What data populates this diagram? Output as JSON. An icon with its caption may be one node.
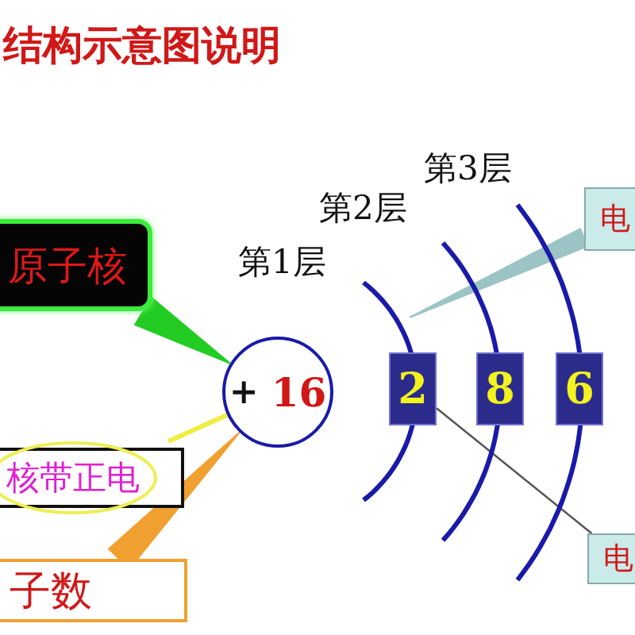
{
  "diagram": {
    "title": "结构示意图说明",
    "nodes": [
      {
        "text": [
          "原子核"
        ]
      },
      {
        "text": [
          "核带正电"
        ]
      },
      {
        "text": [
          "子数"
        ]
      },
      {
        "text": [
          "+",
          "16"
        ]
      },
      {
        "text": [],
        "shape": "arc",
        "beside": [
          "第1层"
        ]
      },
      {
        "text": [],
        "shape": "arc",
        "beside": [
          "第2层"
        ]
      },
      {
        "text": [],
        "shape": "arc",
        "beside": [
          "第3层"
        ]
      },
      {
        "text": [
          "2"
        ]
      },
      {
        "text": [
          "8"
        ]
      },
      {
        "text": [
          "6"
        ]
      },
      {
        "text": [
          "电"
        ]
      },
      {
        "text": [
          "电"
        ]
      }
    ],
    "edges": [
      {
        "from": 0,
        "to": 3,
        "arrow": "none",
        "color": "#22cc22"
      },
      {
        "from": 1,
        "to": 3,
        "arrow": "none",
        "style": "thick",
        "color": "#eeee44"
      },
      {
        "from": 2,
        "to": 3,
        "arrow": "none",
        "color": "#f0a030"
      },
      {
        "from": 10,
        "to": 4,
        "arrow": "none",
        "color": "#9cc4c4"
      },
      {
        "from": 11,
        "to": 7,
        "arrow": "none",
        "color": "#555555"
      }
    ]
  }
}
